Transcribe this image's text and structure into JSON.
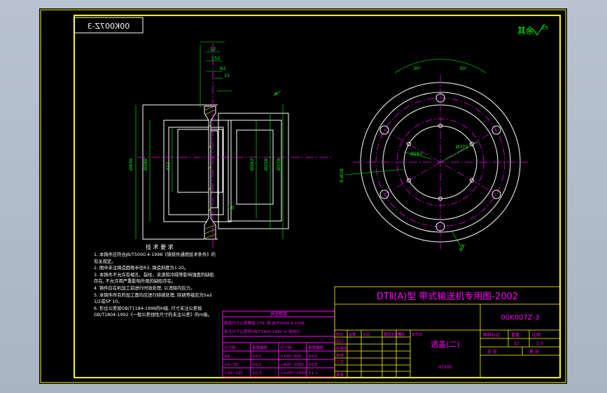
{
  "drawing": {
    "code": "00K007Z-3",
    "code_mirrored": "00K007Z-3",
    "roughness_note": "其余",
    "roughness_value": "25",
    "series_title": "DTⅡ(A)型 带式输送机专用图-2002",
    "part_name": "透盖(二)",
    "material": "HT200",
    "scale": "1:3",
    "weight_label": "重量",
    "scale_label": "比例",
    "stage_label": "图样标记",
    "sheets_label": "共 张",
    "sheet_label": "第 张",
    "sheet_no": "12",
    "colors": {
      "frame": "#ffff00",
      "title": "#ff00ff",
      "outline": "#ffffff",
      "center": "#ff00ff",
      "dimension": "#00ff00",
      "hatch": "#ffff00"
    }
  },
  "dimensions": {
    "d1": "Ø430",
    "d2": "Ø280",
    "d3": "Ø262",
    "d4": "Ø258",
    "d5": "Ø370",
    "d6": "Ø372",
    "r1": "312",
    "r2": "152",
    "r3": "12",
    "r4": "15",
    "fillet": "R2",
    "thk": "1.0",
    "deg_left": "30°",
    "deg_right": "30°",
    "bolt_holes": "6-Ø18",
    "section_label": "A-A",
    "view_label": "A"
  },
  "tech_req": {
    "title": "技 术 要 求",
    "items": [
      "1. 本铸件应符合JB/T5000.4-1998《铸铁件通用技术条件》的有关规定。",
      "2. 图中未注铸造圆角半径R3, 铸造斜度为1:20。",
      "3. 本铸件不允许有缩孔、裂纹、夹渣和冷隔等影响强度的缺陷存在, 不允许用严重影响外观的缺陷存在。",
      "4. 铸件应在机加工前进行时效处理, 以消除内应力。",
      "5. 本铸件所有的加工面均应进行除锈处理, 除锈等级应为Sa2 1/2或SP 10。",
      "6. 形位公差按GB/T1184-1996的H级, 尺寸未注公差按GB/T1804-1992《一般公差线性尺寸的未注公差》的m级。"
    ]
  },
  "tolerance_table": {
    "title": "铸造精度",
    "notes": [
      "铸造尺寸公差等级 CT9, 按 JB/T5000.4-1998",
      "未注尺寸公差按GB/T1804-1992 m 级执行"
    ],
    "header": [
      "尺寸段",
      "极限偏差",
      "尺寸段",
      "极限偏差"
    ],
    "rows": [
      [
        "≤6",
        "±0.1",
        ">120~400",
        "±0.5"
      ],
      [
        ">6~30",
        "±0.2",
        ">400~1000",
        "±0.8"
      ],
      [
        ">30~120",
        "±0.3",
        ">1000~2000",
        "±1.2"
      ]
    ]
  },
  "revision_block": {
    "labels": [
      "标记",
      "处数",
      "分区",
      "更改文件号",
      "签名",
      "年月日"
    ],
    "roles": [
      "设计",
      "标准化",
      "审核",
      "工艺",
      "批准"
    ]
  }
}
